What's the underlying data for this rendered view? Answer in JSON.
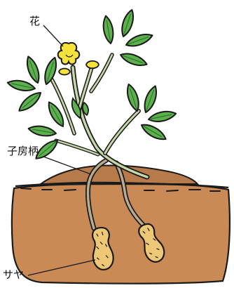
{
  "labels": {
    "flower": "花",
    "gynophore": "子房柄",
    "pod": "サヤ"
  },
  "colors": {
    "leaf": "#5db04e",
    "leaf_vein": "#2f7a2c",
    "stem": "#c7d7a8",
    "flower": "#f6e23a",
    "soil": "#c98a56",
    "soil_mound": "#b77a4a",
    "pod": "#efc877",
    "outline": "#1a1a1a"
  }
}
